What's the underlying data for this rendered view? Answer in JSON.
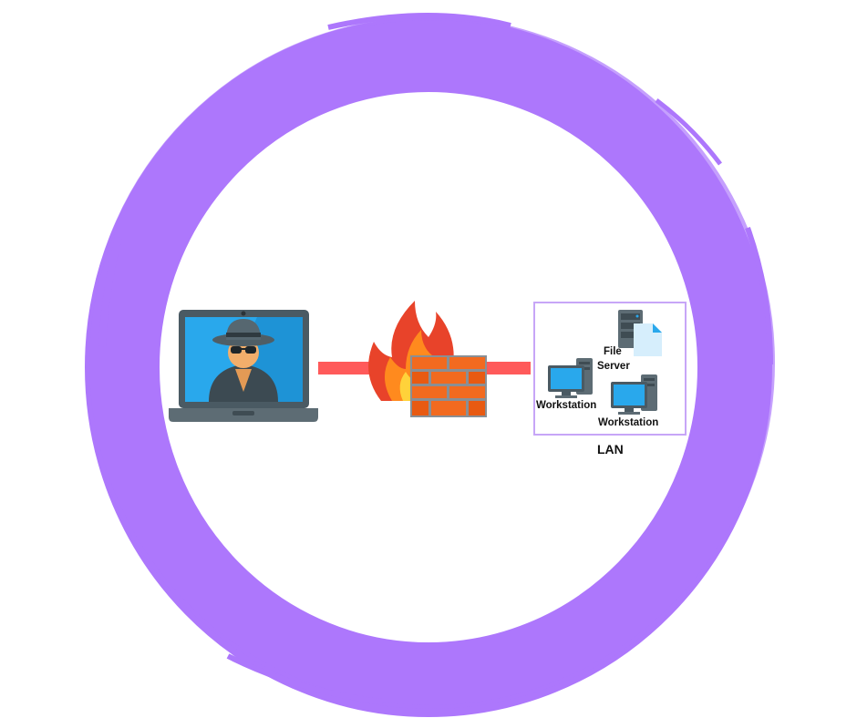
{
  "colors": {
    "ring": "#ad77fc",
    "link_line": "#ff5a5a",
    "lan_border": "#c7a6f7",
    "brick": "#f26a1f",
    "laptop_screen": "#29a8ec"
  },
  "nodes": {
    "attacker": {
      "icon": "hacker-laptop-icon"
    },
    "firewall": {
      "icon": "firewall-icon"
    },
    "file_server": {
      "icon": "file-server-icon",
      "label_line1": "File",
      "label_line2": "Server"
    },
    "workstation_1": {
      "icon": "workstation-icon",
      "label": "Workstation"
    },
    "workstation_2": {
      "icon": "workstation-icon",
      "label": "Workstation"
    }
  },
  "lan": {
    "label": "LAN"
  }
}
